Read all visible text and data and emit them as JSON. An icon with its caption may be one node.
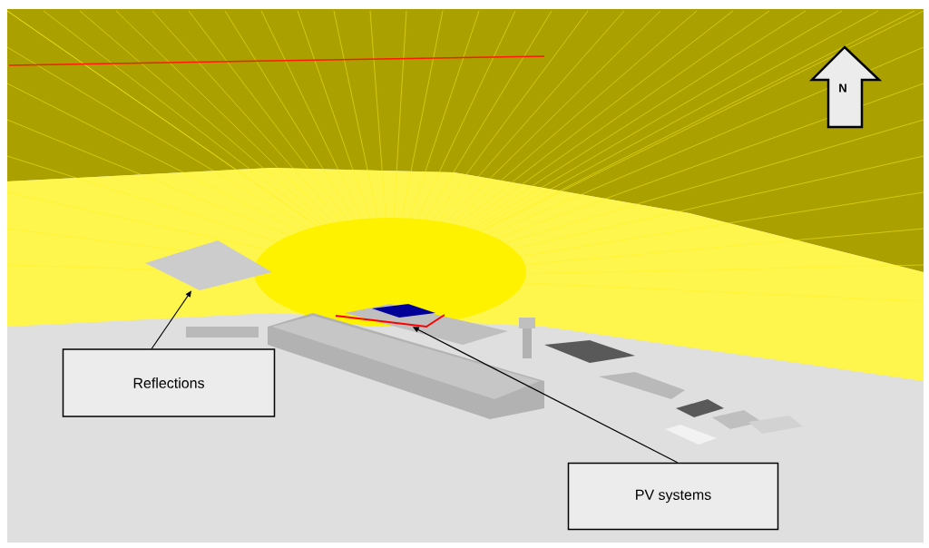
{
  "diagram": {
    "nodes": [
      {
        "text": [
          "Reflections"
        ]
      },
      {
        "text": [
          "PV systems"
        ]
      },
      {
        "text": [],
        "shape": "picture"
      },
      {
        "text": [],
        "shape": "picture"
      }
    ],
    "edges": [
      {
        "from": 0,
        "to": 2,
        "arrow": "to"
      },
      {
        "from": 1,
        "to": 3,
        "arrow": "to"
      }
    ],
    "labels": [
      "N"
    ]
  }
}
